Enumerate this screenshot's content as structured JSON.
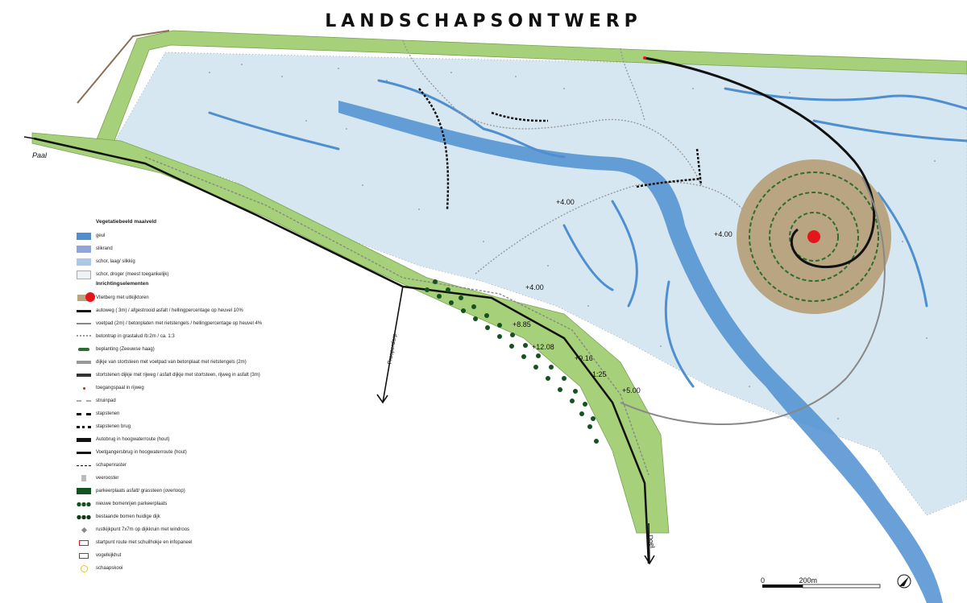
{
  "title": "LANDSCHAPSONTWERP",
  "labels": {
    "paal": "Paal",
    "prosperdorp": "Prosperdorp",
    "doel": "Doel",
    "h1": "+4.00",
    "h2": "+4.00",
    "h3": "+4.00",
    "h4": "+5.00",
    "h5": "+9.16",
    "h6": "+8.85",
    "h7": "+12.08",
    "h8": "1:25"
  },
  "legend_veg": {
    "title": "Vegetatiebeeld maaiveld",
    "items": [
      "geul",
      "slikrand",
      "schor, laag/ slikkig",
      "schor, droger (meest toegankelijk)"
    ]
  },
  "legend_inr": {
    "title": "Inrichtingselementen",
    "items": [
      "Vlietberg met uitkijktoren",
      "autoweg ( 3m) / afgestrooid asfalt / hellingpercentage op heuvel 10%",
      "voetpad (2m) / betonplaten met rietstengels /  hellingpercentage op heuvel 4%",
      "betontrap in grastalud /b:2m / ca. 1:3",
      "beplanting (Zeeuwse haag)",
      "dijkje van stortsteen met voetpad van betonplaat  met rietstengels (2m)",
      "stortstenen dijkje met rijweg / asfalt dijkje met stortsteen, rijweg in asfalt (3m)",
      "toegangspaal in rijweg",
      "struinpad",
      "stapstenen",
      "stapstenen brug",
      "Autobrug in hoogwaterroute (hout)",
      "Voetgangersbrug in hoogwaterroute (hout)",
      "schapenraster",
      "veerooster",
      "parkeerplaats asfalt/ grassteen (overloop)",
      "nieuwe bomenrijen parkeerplaats",
      "bestaande bomen huidige dijk",
      "rustkijkpunt 7x7m op dijkkruin met windroos",
      "startpunt route met schuilhokje en infopaneel",
      "vogelkijkhut",
      "schaapskooi"
    ]
  },
  "scale": {
    "zero": "0",
    "dist": "200m"
  },
  "colors": {
    "dike": "#a6d07a",
    "water": "#4f8fd0",
    "salt_marsh": "#d7e7f2",
    "mound": "#b9a582",
    "red": "#e3161c"
  }
}
